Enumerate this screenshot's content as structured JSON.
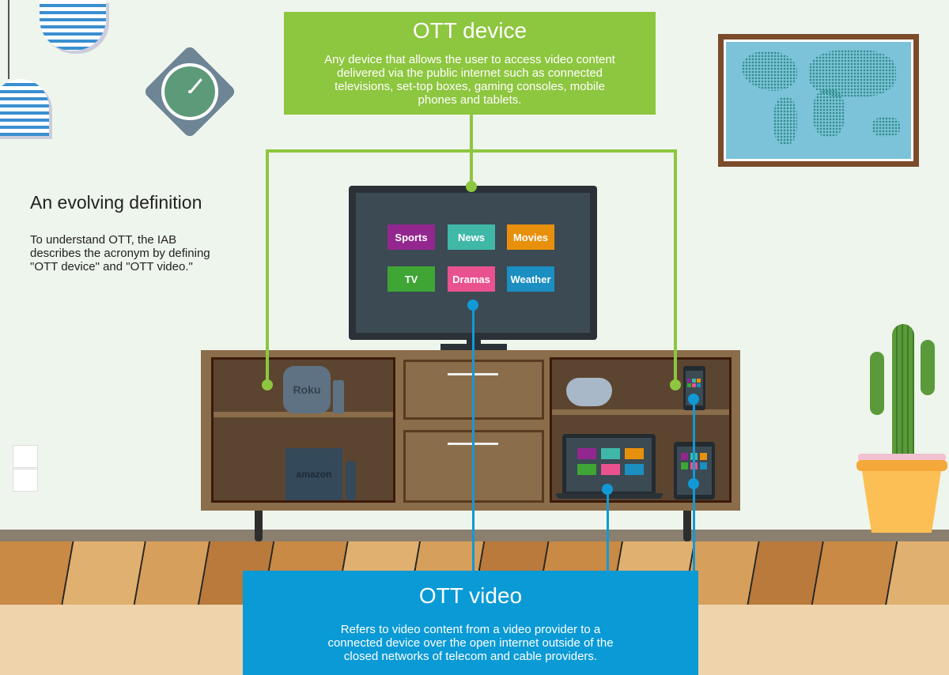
{
  "ott_device": {
    "title": "OTT device",
    "description": "Any device that allows the user to access video content delivered via the public internet such as connected televisions, set-top boxes, gaming consoles, mobile phones and tablets."
  },
  "ott_video": {
    "title": "OTT video",
    "description": "Refers to video content from a video provider to a connected device over the open internet outside of the closed networks of telecom and cable providers."
  },
  "intro": {
    "heading": "An evolving definition",
    "body": "To understand OTT, the IAB describes the acronym by defining \"OTT device\" and \"OTT video.\""
  },
  "tv_tiles": [
    {
      "label": "Sports",
      "color": "#93278f"
    },
    {
      "label": "News",
      "color": "#3fb8a8"
    },
    {
      "label": "Movies",
      "color": "#e8900c"
    },
    {
      "label": "TV",
      "color": "#3fa535"
    },
    {
      "label": "Dramas",
      "color": "#e9528e"
    },
    {
      "label": "Weather",
      "color": "#1b8ec2"
    }
  ],
  "devices": {
    "roku": "Roku",
    "amazon": "amazon"
  },
  "colors": {
    "green": "#8dc63f",
    "blue": "#0a9ad6"
  }
}
